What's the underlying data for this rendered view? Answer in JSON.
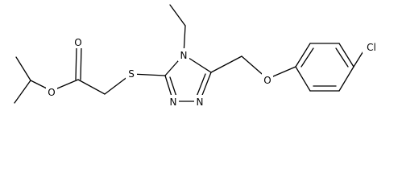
{
  "molecule": {
    "atoms": {
      "carbonyl_o": "O",
      "ester_o": "O",
      "sulfur": "S",
      "ring_n4": "N",
      "ring_n1": "N",
      "ring_n2": "N",
      "ether_o": "O",
      "chlorine": "Cl"
    }
  },
  "colors": {
    "bond": "#000000",
    "label": "#000000",
    "background": "#ffffff"
  }
}
